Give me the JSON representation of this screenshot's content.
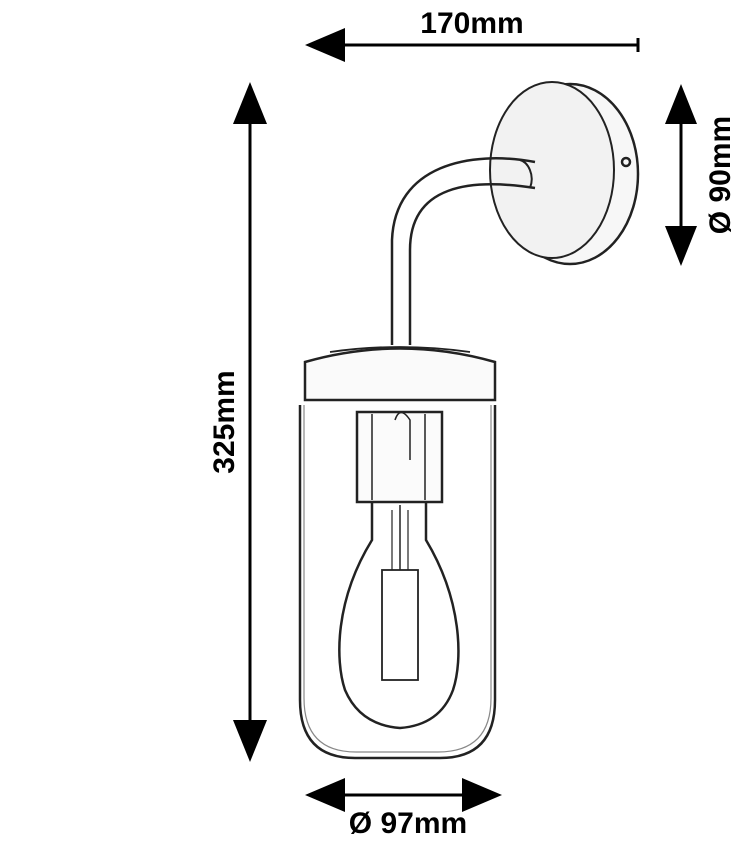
{
  "title": "Wall lamp dimension drawing",
  "dimensions": {
    "width": "170mm",
    "plate_diameter": "Ø 90mm",
    "height": "325mm",
    "shade_diameter": "Ø 97mm"
  },
  "colors": {
    "ink": "#000000",
    "background": "#ffffff"
  }
}
